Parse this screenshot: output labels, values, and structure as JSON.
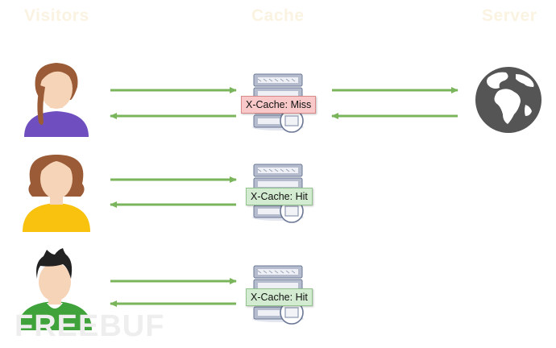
{
  "headers": {
    "visitors": "Visitors",
    "cache": "Cache",
    "server": "Server"
  },
  "badges": {
    "row1": "X-Cache: Miss",
    "row2": "X-Cache: Hit",
    "row3": "X-Cache: Hit"
  },
  "watermark": "FREEBUF",
  "colors": {
    "arrow": "#7ab55c",
    "server_body": "#b4bcce",
    "server_dark": "#5d6a88",
    "badge_miss": "#f9c9c9",
    "badge_hit": "#d3ecd1",
    "globe": "#555555"
  }
}
